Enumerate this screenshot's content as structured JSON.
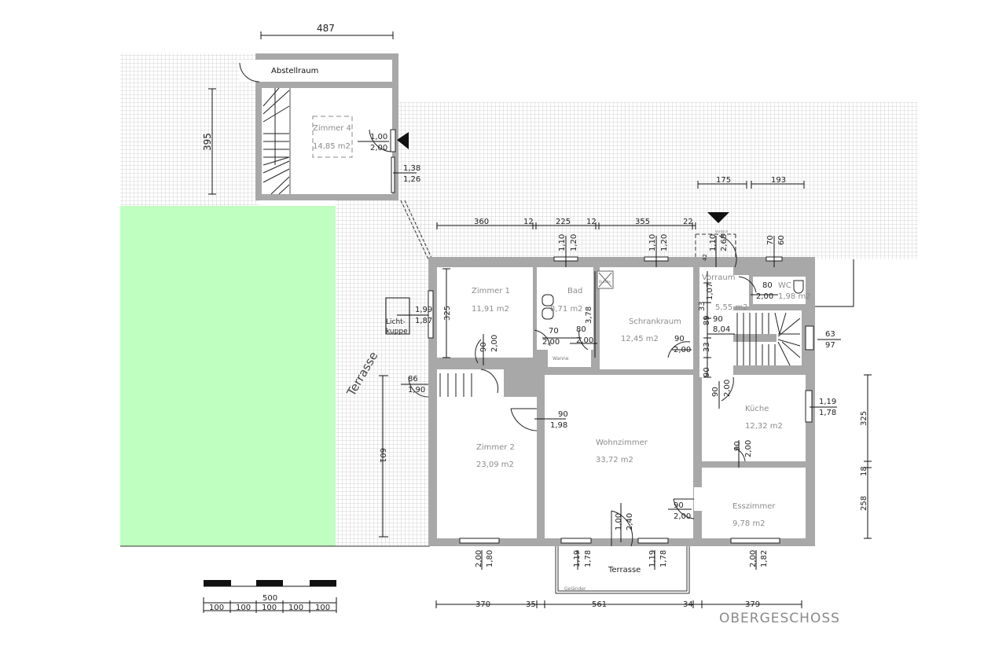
{
  "title": "OBERGESCHOSS",
  "colors": {
    "wall": "#a8a8a8",
    "garden": "#bfffbf",
    "grid": "#c8c8c8",
    "room_text": "#8c8c8c"
  },
  "rooms": {
    "abstellraum": {
      "name": "Abstellraum"
    },
    "zimmer4": {
      "name": "Zimmer 4",
      "area": "14,85 m2"
    },
    "zimmer1": {
      "name": "Zimmer 1",
      "area": "11,91 m2"
    },
    "bad": {
      "name": "Bad",
      "area": "8,71 m2"
    },
    "schrankraum": {
      "name": "Schrankraum",
      "area": "12,45 m2"
    },
    "vorraum": {
      "name": "Vorraum",
      "area": "5,55 m2"
    },
    "wc": {
      "name": "WC",
      "area": "1,98 m2"
    },
    "kueche": {
      "name": "Küche",
      "area": "12,32 m2"
    },
    "zimmer2": {
      "name": "Zimmer 2",
      "area": "23,09 m2"
    },
    "wohnzimmer": {
      "name": "Wohnzimmer",
      "area": "33,72 m2"
    },
    "esszimmer": {
      "name": "Esszimmer",
      "area": "9,78 m2"
    },
    "terrasse_south": {
      "name": "Terrasse"
    },
    "terrasse_west": {
      "name": "Terrasse"
    }
  },
  "fixtures": {
    "wanne": "Wanne",
    "dusche": "Dusche",
    "gelaender": "Geländer",
    "licht1": "Licht-",
    "licht2": "kuppe",
    "vordach": "Vordach"
  },
  "dims": {
    "top_annex": "487",
    "left_annex": "395",
    "top": [
      "360",
      "12",
      "225",
      "12",
      "355",
      "22"
    ],
    "top_right": [
      "175",
      "193"
    ],
    "bottom": [
      "370",
      "35",
      "561",
      "34",
      "379"
    ],
    "right": [
      "325",
      "18",
      "258"
    ],
    "west_terrace": "601",
    "zimmer1_h": "325",
    "bad_h": "3,78",
    "win_top": [
      [
        "1,10",
        "1,20"
      ],
      [
        "1,10",
        "1,20"
      ],
      [
        "1,10",
        "2,68"
      ],
      [
        "70",
        "60"
      ]
    ],
    "win_bottom": [
      [
        "2,00",
        "1,80"
      ],
      [
        "1,19",
        "1,78"
      ],
      [
        "1,19",
        "1,78"
      ],
      [
        "2,00",
        "1,82"
      ]
    ],
    "z4_door": [
      "1,00",
      "2,00"
    ],
    "z4_win": [
      "1,38",
      "1,26"
    ],
    "licht": [
      "1,99",
      "1,87"
    ],
    "west_door": [
      "86",
      "1,90"
    ],
    "z1_door": [
      "90",
      "2,00"
    ],
    "bad_door1": [
      "70",
      "2,00"
    ],
    "bad_door2": [
      "80",
      "2,00"
    ],
    "schrank_door": [
      "90",
      "2,00"
    ],
    "wc_door": [
      "80",
      "2,00"
    ],
    "vorraum": [
      "1,07",
      "33",
      "89",
      "33",
      "90",
      "42"
    ],
    "stair": [
      "90",
      "8,04"
    ],
    "east_win": [
      "63",
      "97"
    ],
    "kueche_door": [
      "90",
      "2,00"
    ],
    "kueche_win": [
      "1,19",
      "1,78"
    ],
    "z2_door": [
      "90",
      "1,98"
    ],
    "kueche_ess_door": [
      "90",
      "2,00"
    ],
    "ess_door": [
      "90",
      "2,00"
    ],
    "terr_door": [
      "1,00",
      "2,40"
    ],
    "scale_total": "500",
    "scale_parts": [
      "100",
      "100",
      "100",
      "100",
      "100"
    ]
  }
}
